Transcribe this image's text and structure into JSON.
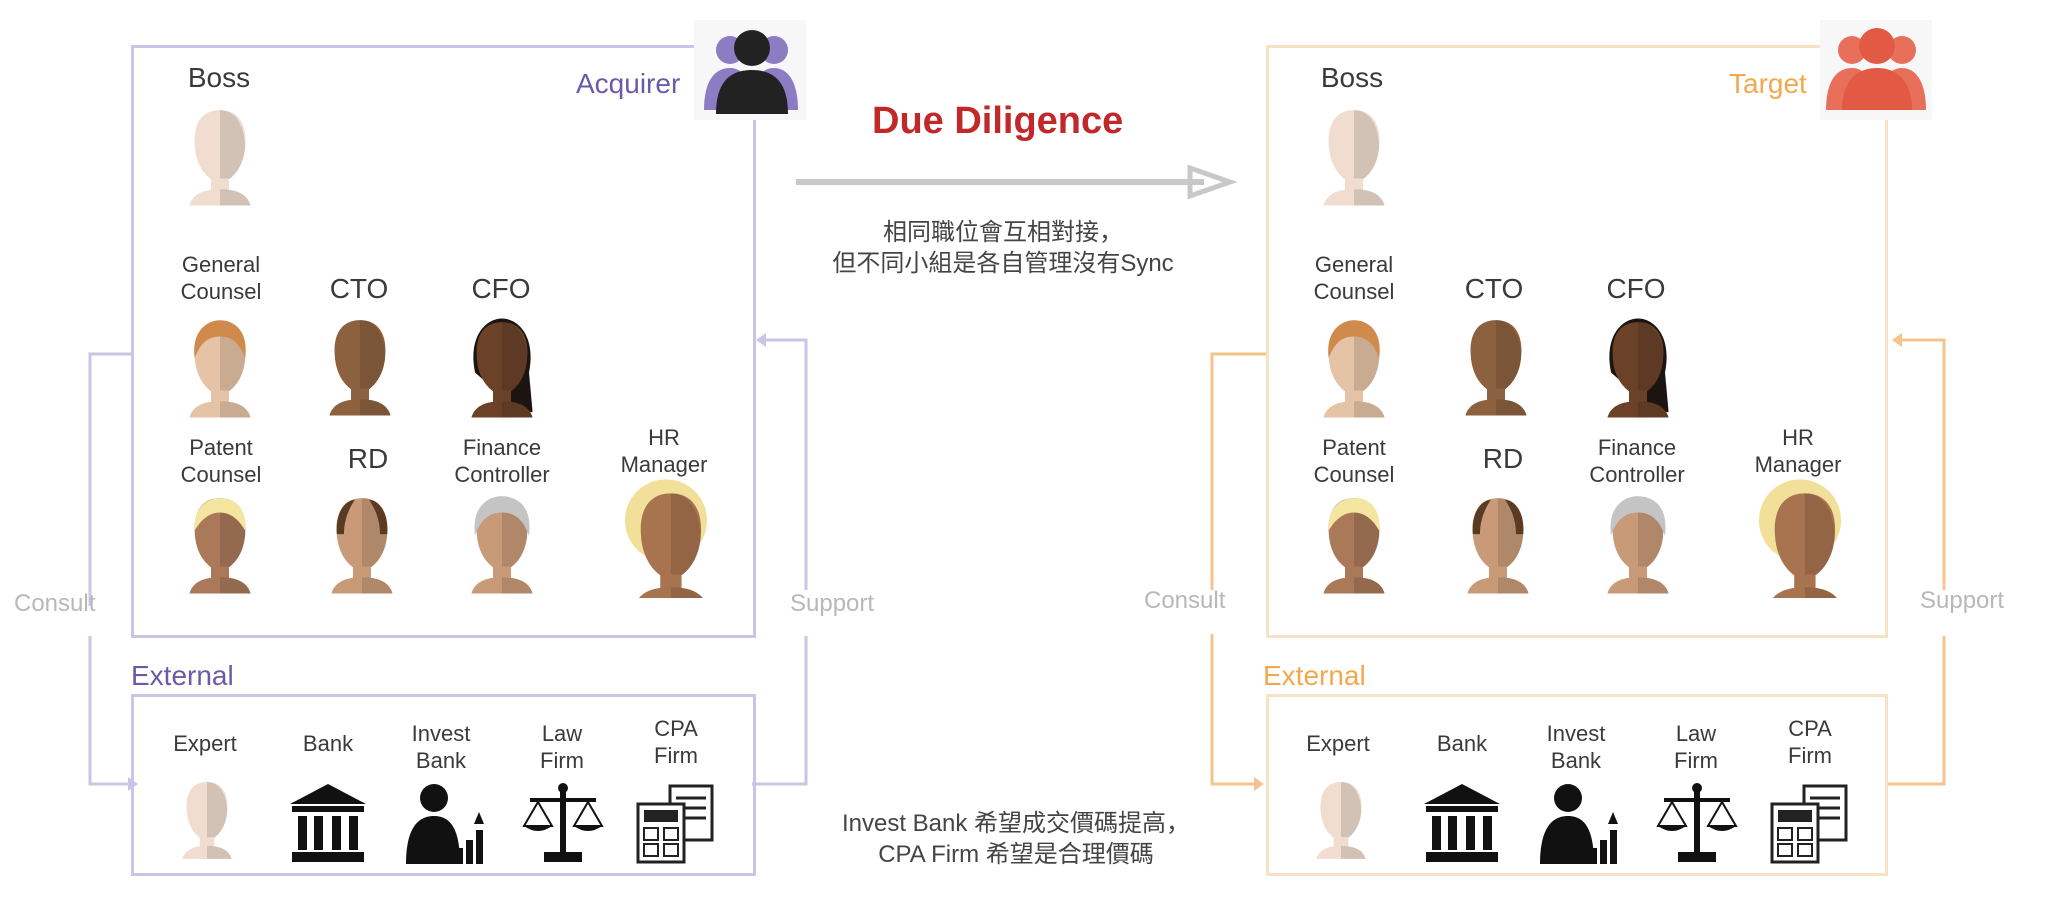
{
  "title": "Due Diligence",
  "note_top": [
    "相同職位會互相對接，",
    "但不同小組是各自管理沒有Sync"
  ],
  "note_bottom": [
    "Invest Bank 希望成交價碼提高，",
    "CPA Firm 希望是合理價碼"
  ],
  "colors": {
    "acquirer": "#6b5aa8",
    "target": "#f0a94c",
    "title": "#c0282a",
    "arrow": "#c8c8c8",
    "side": "#b8b8b8"
  },
  "acquirer": {
    "label": "Acquirer",
    "external_label": "External",
    "consult": "Consult",
    "support": "Support",
    "roles": {
      "boss": "Boss",
      "general_counsel": [
        "General",
        "Counsel"
      ],
      "cto": "CTO",
      "cfo": "CFO",
      "patent_counsel": [
        "Patent",
        "Counsel"
      ],
      "rd": "RD",
      "finance_controller": [
        "Finance",
        "Controller"
      ],
      "hr_manager": [
        "HR",
        "Manager"
      ]
    },
    "external": {
      "expert": "Expert",
      "bank": "Bank",
      "invest_bank": [
        "Invest",
        "Bank"
      ],
      "law_firm": [
        "Law",
        "Firm"
      ],
      "cpa_firm": [
        "CPA",
        "Firm"
      ]
    }
  },
  "target": {
    "label": "Target",
    "external_label": "External",
    "consult": "Consult",
    "support": "Support",
    "roles": {
      "boss": "Boss",
      "general_counsel": [
        "General",
        "Counsel"
      ],
      "cto": "CTO",
      "cfo": "CFO",
      "patent_counsel": [
        "Patent",
        "Counsel"
      ],
      "rd": "RD",
      "finance_controller": [
        "Finance",
        "Controller"
      ],
      "hr_manager": [
        "HR",
        "Manager"
      ]
    },
    "external": {
      "expert": "Expert",
      "bank": "Bank",
      "invest_bank": [
        "Invest",
        "Bank"
      ],
      "law_firm": [
        "Law",
        "Firm"
      ],
      "cpa_firm": [
        "CPA",
        "Firm"
      ]
    }
  }
}
